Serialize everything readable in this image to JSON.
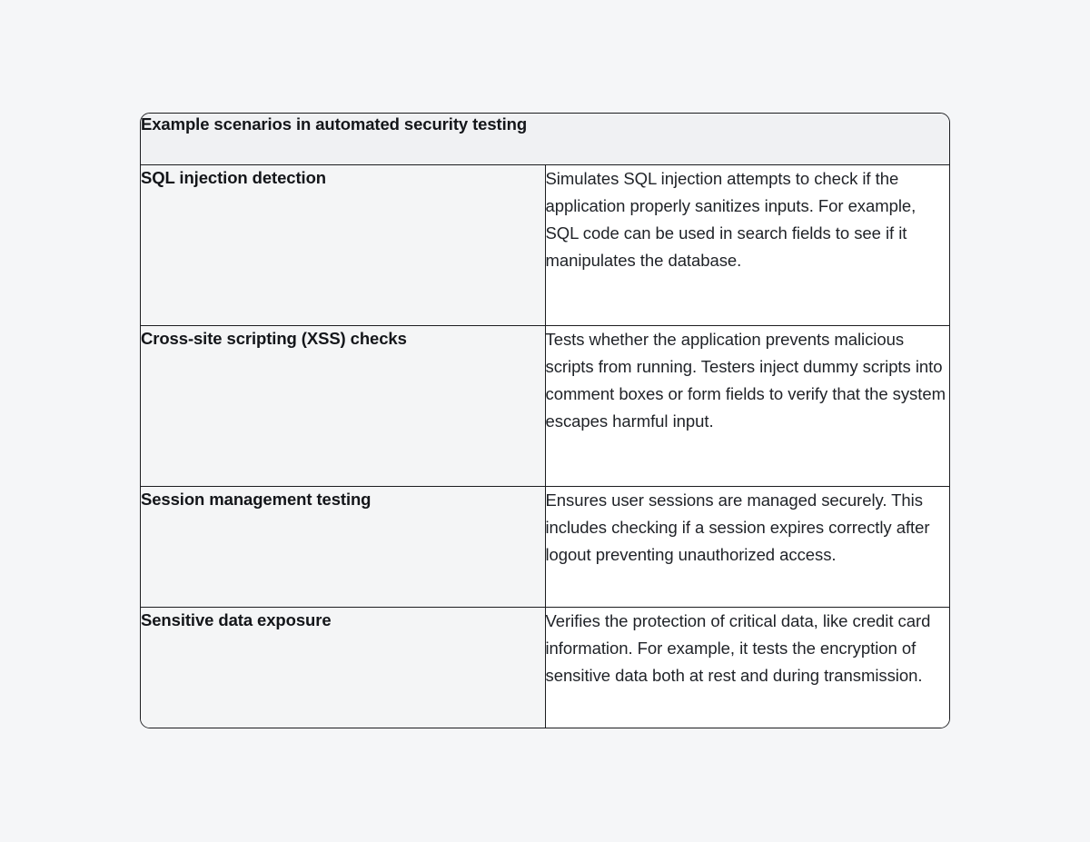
{
  "page": {
    "background_color": "#f5f6f8"
  },
  "table": {
    "border_color": "#1c1d20",
    "header_background": "#f0f1f3",
    "term_column_background": "#f4f5f6",
    "description_column_background": "#ffffff",
    "header": {
      "title": "Example scenarios in automated security testing"
    },
    "rows": [
      {
        "term": "SQL injection detection",
        "description": "Simulates SQL injection attempts to check if the application properly sanitizes inputs. For example, SQL code can be used in search fields to see if it manipulates the database."
      },
      {
        "term": "Cross-site scripting (XSS) checks",
        "description": "Tests whether the application prevents malicious scripts from running. Testers inject dummy scripts into comment boxes or form fields to verify that the system escapes harmful input."
      },
      {
        "term": "Session management testing",
        "description": "Ensures user sessions are managed securely. This includes checking if a session expires correctly after logout preventing unauthorized access."
      },
      {
        "term": "Sensitive data exposure",
        "description": "Verifies the protection of critical data, like credit card information. For example, it tests the encryption of sensitive data both at rest and during transmission."
      }
    ]
  }
}
